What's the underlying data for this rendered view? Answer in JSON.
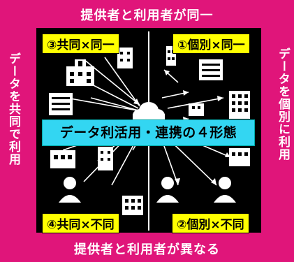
{
  "top_title": "提供者と利用者が同一",
  "bottom_title": "提供者と利用者が異なる",
  "left_side": "データを共同で利用",
  "right_side": "データを個別に利用",
  "center": "データ利活用・連携の４形態",
  "quadrants": {
    "q3": "③共同×同一",
    "q1": "①個別×同一",
    "q4": "④共同×不同",
    "q2": "②個別×不同"
  },
  "colors": {
    "background": "#e0157a",
    "label": "#ffff00",
    "center": "#33d6f2"
  }
}
